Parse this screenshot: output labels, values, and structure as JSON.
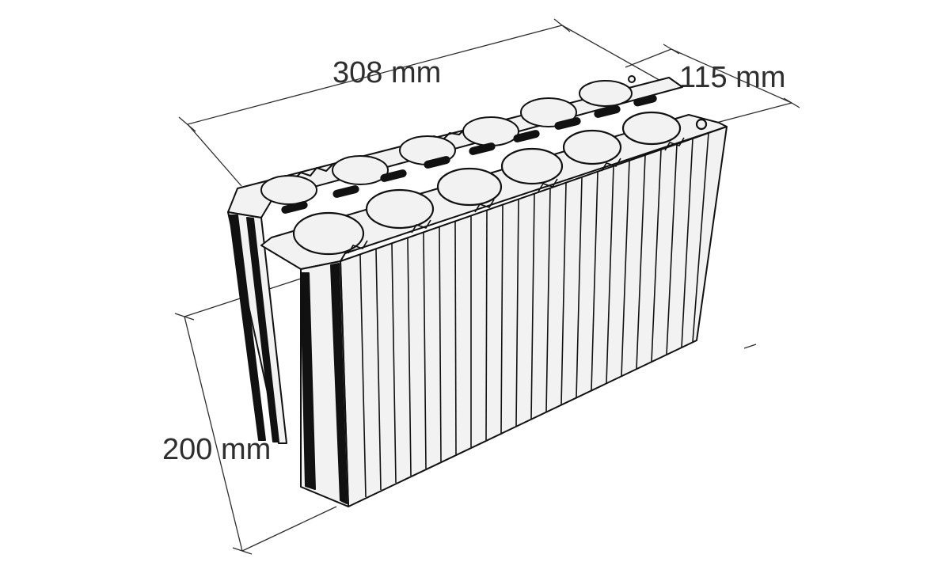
{
  "dimensions": {
    "length": "308 mm",
    "width": "115 mm",
    "height": "200 mm"
  },
  "colors": {
    "outline": "#111111",
    "fill": "#f2f2f2",
    "text": "#2e2e2e"
  }
}
